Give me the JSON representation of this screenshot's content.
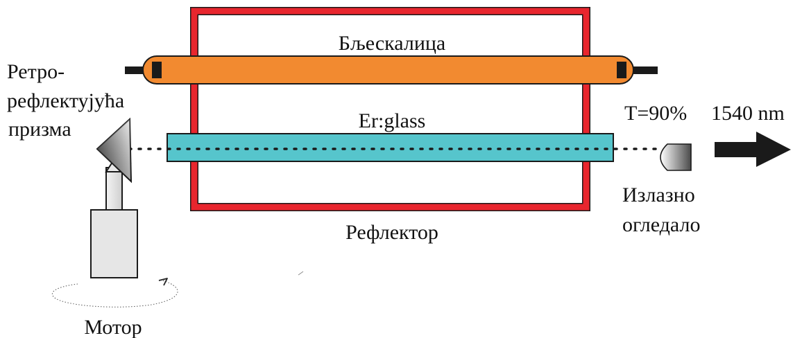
{
  "labels": {
    "flashlamp": "Бљескалица",
    "retro_line1": "Ретро-",
    "retro_line2": "рефлектујућа",
    "retro_line3": "призма",
    "gain_medium": "Er:glass",
    "transmission": "T=90%",
    "wavelength": "1540 nm",
    "output_mirror_line1": "Излазно",
    "output_mirror_line2": "огледало",
    "reflector": "Рефлектор",
    "motor": "Мотор"
  },
  "colors": {
    "reflector": "#e8262e",
    "flashlamp": "#f28a30",
    "rod": "#56c5cc",
    "motor_body": "#e6e6e6",
    "arrow": "#1a1a1a",
    "outline": "#1a1a1a"
  }
}
